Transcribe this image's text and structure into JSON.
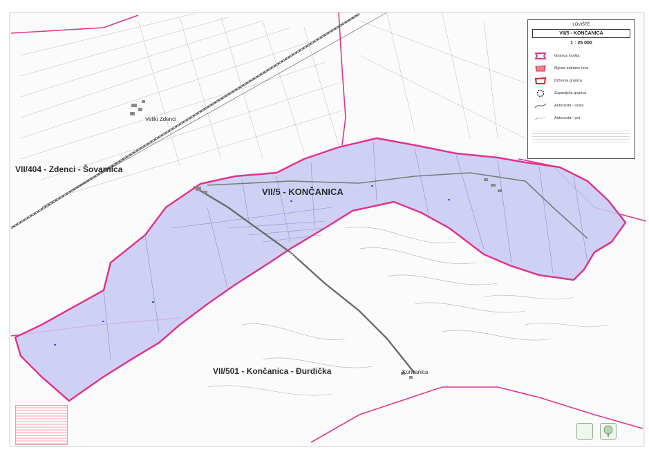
{
  "map": {
    "zones": [
      {
        "id": "koncanica",
        "label": "VII/5 - KONČANICA"
      },
      {
        "id": "zdenci",
        "label": "VII/404 - Zdenci - Šovarnica"
      },
      {
        "id": "durdicka",
        "label": "VII/501 - Končanica - Đurdička"
      }
    ],
    "places": [
      "Veliki Zdenci",
      "Končanica"
    ],
    "colors": {
      "zone_fill": "#c7cbf2",
      "zone_border": "#e0338c",
      "road": "#8a8a8a",
      "contour": "#9fb89f"
    }
  },
  "legend": {
    "header": "LOVIŠTE",
    "title": "VII/5 - KONČANICA",
    "scale": "1 : 25 000",
    "items": [
      {
        "icon": "zone-boundary-icon",
        "label": "Granica lovišta"
      },
      {
        "icon": "hatched-area-icon",
        "label": "Mjesta zabrane lova"
      },
      {
        "icon": "state-border-icon",
        "label": "Državna granica"
      },
      {
        "icon": "county-border-icon",
        "label": "Županijska granica"
      },
      {
        "icon": "road-icon",
        "label": "Autocesta - cesta"
      },
      {
        "icon": "path-icon",
        "label": "Autocesta - put"
      }
    ]
  }
}
